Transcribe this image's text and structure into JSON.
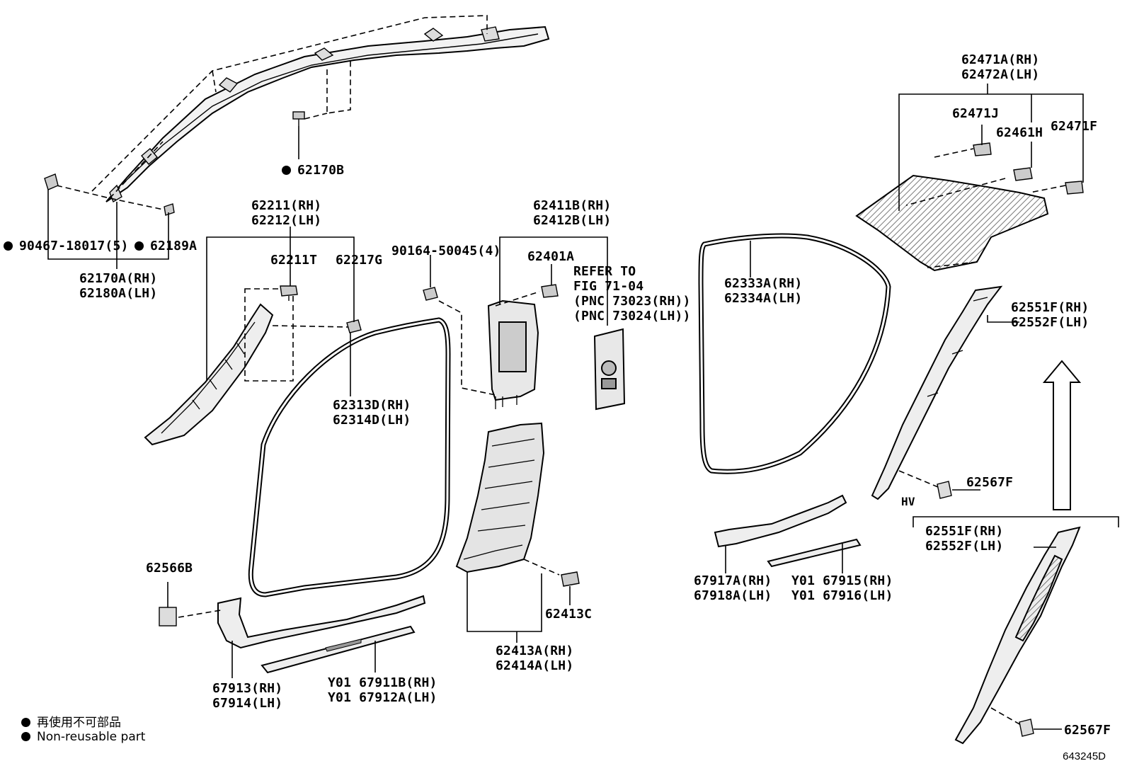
{
  "labels": {
    "p62170b": "62170B",
    "p90467": "90467-18017(5)",
    "p62189a": "62189A",
    "p62170a": "62170A(RH)",
    "p62180a": "62180A(LH)",
    "p62211": "62211(RH)",
    "p62212": "62212(LH)",
    "p62211t": "62211T",
    "p62217g": "62217G",
    "p90164": "90164-50045(4)",
    "p62313d": "62313D(RH)",
    "p62314d": "62314D(LH)",
    "p62411b": "62411B(RH)",
    "p62412b": "62412B(LH)",
    "p62401a": "62401A",
    "ref1": "REFER TO",
    "ref2": "FIG 71-04",
    "ref3": "(PNC 73023(RH))",
    "ref4": "(PNC 73024(LH))",
    "p62333a": "62333A(RH)",
    "p62334a": "62334A(LH)",
    "p62471a": "62471A(RH)",
    "p62472a": "62472A(LH)",
    "p62471j": "62471J",
    "p62461h": "62461H",
    "p62471f": "62471F",
    "p62551f_a": "62551F(RH)",
    "p62552f_a": "62552F(LH)",
    "p62567f_a": "62567F",
    "hv": "HV",
    "p62551f_b": "62551F(RH)",
    "p62552f_b": "62552F(LH)",
    "p62567f_b": "62567F",
    "p62566b": "62566B",
    "p67913": "67913(RH)",
    "p67914": "67914(LH)",
    "p67911b": "Y01 67911B(RH)",
    "p67912a": "Y01 67912A(LH)",
    "p62413c": "62413C",
    "p62413a": "62413A(RH)",
    "p62414a": "62414A(LH)",
    "p67917a": "67917A(RH)",
    "p67918a": "67918A(LH)",
    "p67915": "Y01 67915(RH)",
    "p67916": "Y01 67916(LH)"
  },
  "legend": {
    "jp": "再使用不可部品",
    "en": "Non-reusable part"
  },
  "figure_code": "643245D"
}
